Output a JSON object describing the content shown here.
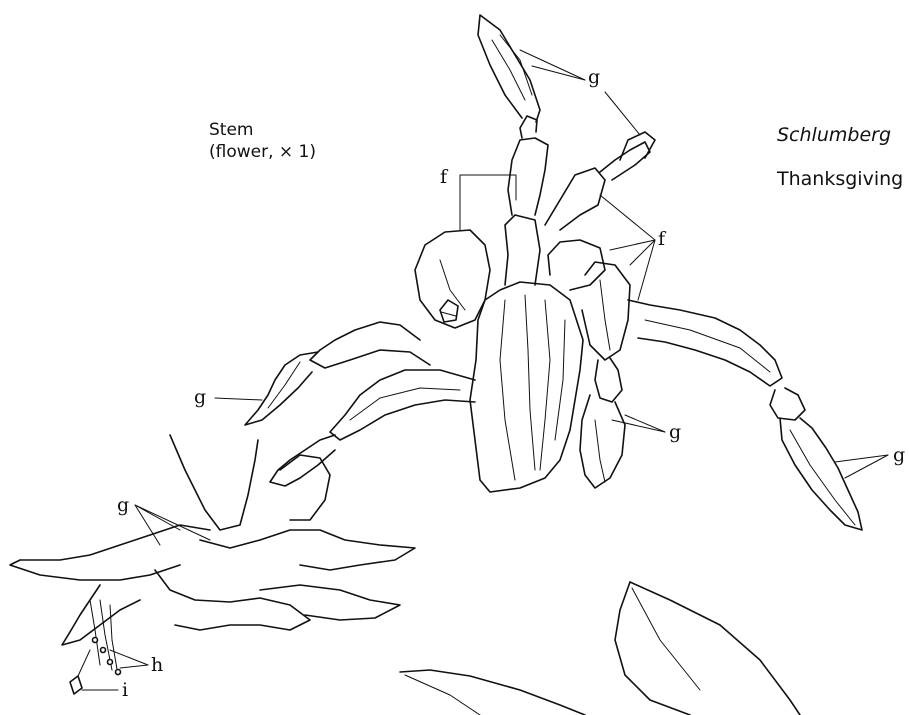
{
  "caption": {
    "line1": "Stem",
    "line2": "(flower, × 1)"
  },
  "species": {
    "scientific": "Schlumberg",
    "common": "Thanksgiving"
  },
  "labels": {
    "g_top": "g",
    "f_left": "f",
    "f_right": "f",
    "g_left": "g",
    "g_mid": "g",
    "g_right": "g",
    "g_flower": "g",
    "h": "h",
    "i": "i"
  },
  "colors": {
    "ink": "#111111",
    "paper": "#ffffff"
  }
}
